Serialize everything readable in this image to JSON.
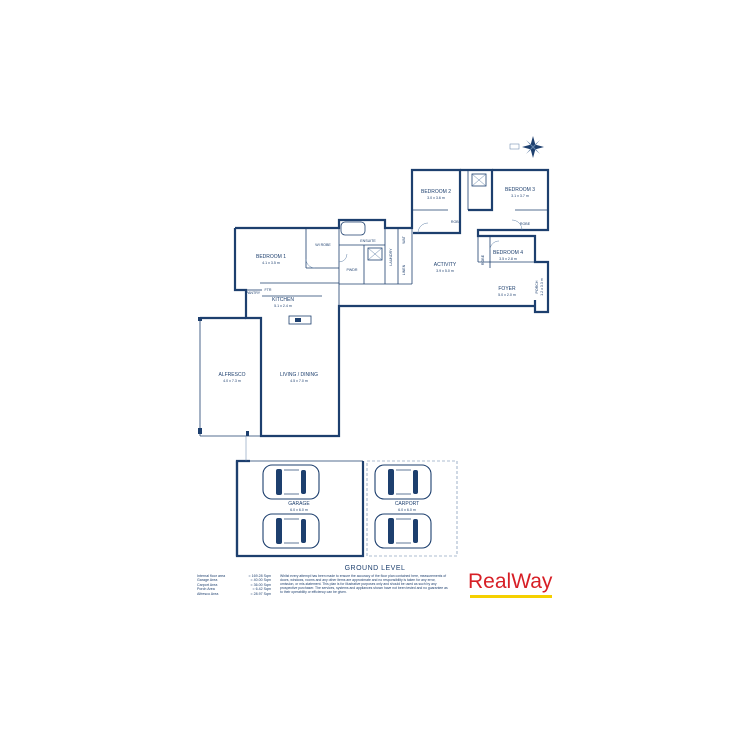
{
  "rooms": {
    "bedroom1": {
      "name": "BEDROOM 1",
      "size": "4.1 x 3.5 m"
    },
    "wi_robe": {
      "name": "WI ROBE"
    },
    "ensuite": {
      "name": "ENSUITE"
    },
    "pwdr": {
      "name": "PWDR"
    },
    "laundry": {
      "name": "LAUNDRY"
    },
    "linen": {
      "name": "LINEN"
    },
    "wat": {
      "name": "WAT"
    },
    "bedroom2": {
      "name": "BEDROOM 2",
      "size": "3.0 x 3.6 m"
    },
    "bedroom3": {
      "name": "BEDROOM 3",
      "size": "3.1 x 3.7 m"
    },
    "robe2": {
      "name": "ROBE"
    },
    "robe3": {
      "name": "ROBE"
    },
    "robe4": {
      "name": "ROBE"
    },
    "bedroom4": {
      "name": "BEDROOM 4",
      "size": "3.5 x 2.8 m"
    },
    "activity": {
      "name": "ACTIVITY",
      "size": "3.9 x 5.0 m"
    },
    "foyer": {
      "name": "FOYER",
      "size": "5.0 x 2.0 m"
    },
    "porch": {
      "name": "PORCH",
      "size": "1.2 x 3.3 m"
    },
    "kitchen": {
      "name": "KITCHEN",
      "size": "5.1 x 2.4 m"
    },
    "ftr": {
      "name": "FTR"
    },
    "pantry": {
      "name": "PANTRY"
    },
    "alfresco": {
      "name": "ALFRESCO",
      "size": "4.0 x 7.3 m"
    },
    "living": {
      "name": "LIVING / DINING",
      "size": "4.5 x 7.0 m"
    },
    "garage": {
      "name": "GARAGE",
      "size": "6.0 x 6.0 m"
    },
    "carport": {
      "name": "CARPORT",
      "size": "6.0 x 6.0 m"
    }
  },
  "level_title": "GROUND LEVEL",
  "areas": [
    {
      "label": "Internal floor area",
      "value": "= 169.28 Sqm"
    },
    {
      "label": "Garage Area",
      "value": "= 40.00 Sqm"
    },
    {
      "label": "Carport Area",
      "value": "= 36.00 Sqm"
    },
    {
      "label": "Porch Area",
      "value": "= 6.42 Sqm"
    },
    {
      "label": "Alfresco Area",
      "value": "= 28.97 Sqm"
    }
  ],
  "disclaimer": "Whilst every attempt has been made to ensure the accuracy of the floor plan contained here, measurements of doors, windows, rooms and any other items are approximate and no responsibility is taken for any error, omission, or mis-statement. This plan is for illustrative purposes only and should be used as such by any prospective purchaser. The services, systems and appliances shown have not been tested and no guarantee as to their operability or efficiency can be given.",
  "brand": {
    "name": "RealWay",
    "color": "#d71f26",
    "bar_color": "#f5d000"
  },
  "colors": {
    "walls": "#1d3f6e"
  },
  "icons": {
    "north": "compass-rose-icon"
  }
}
